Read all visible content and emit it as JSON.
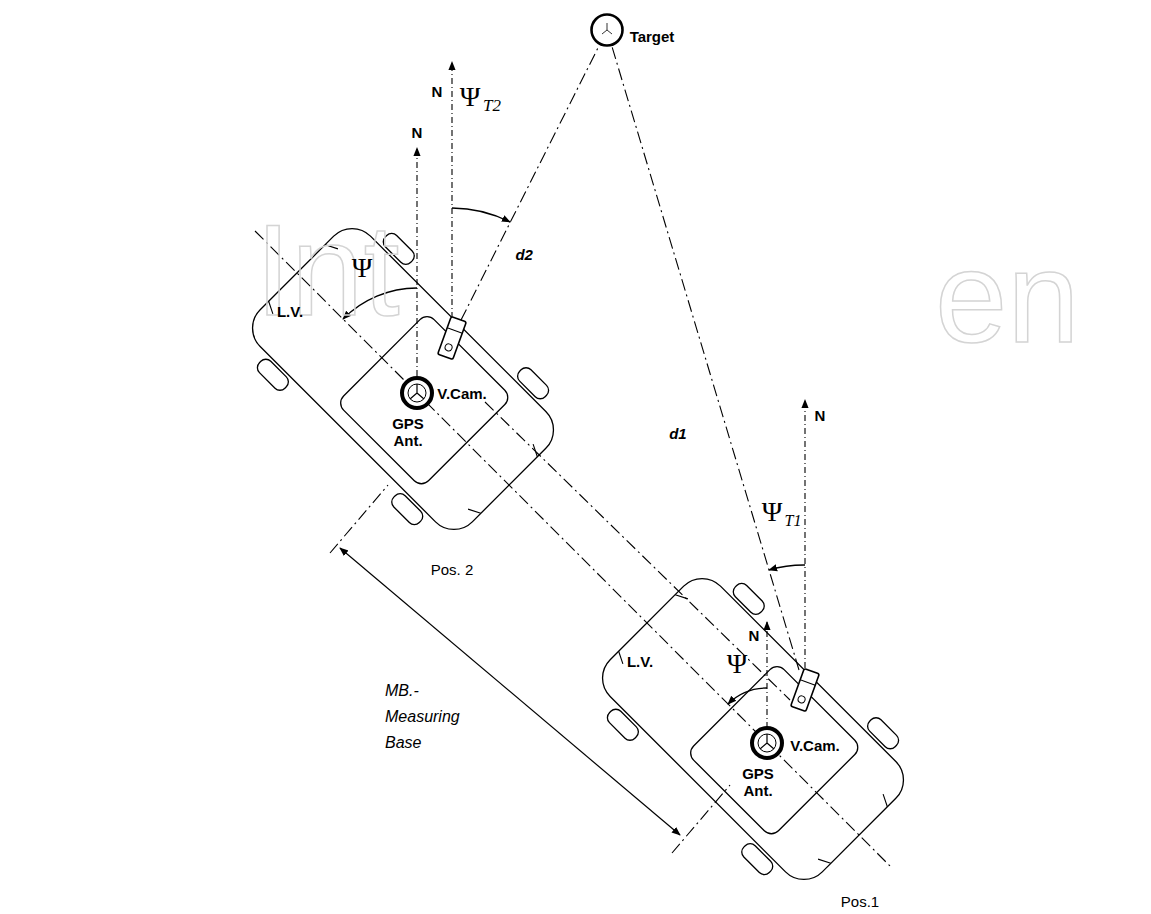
{
  "diagram": {
    "nodes": [
      {
        "text": [
          "Target"
        ]
      },
      {
        "text": [
          "V.Cam."
        ]
      },
      {
        "text": [
          "V.Cam."
        ]
      }
    ],
    "edges": [
      {
        "from": 1,
        "to": 0,
        "arrow": "none",
        "label": "d2"
      },
      {
        "from": 2,
        "to": 0,
        "arrow": "none",
        "label": "d1"
      }
    ],
    "labels": [
      "N",
      "N",
      "Ψ",
      "T2",
      "Ψ",
      "N",
      "Ψ",
      "T1",
      "N",
      "Ψ",
      "L.V.",
      "GPS Ant.",
      "Pos. 2",
      "L.V.",
      "GPS Ant.",
      "Pos.1",
      "MB.- Measuring Base",
      "Int",
      "en"
    ]
  }
}
